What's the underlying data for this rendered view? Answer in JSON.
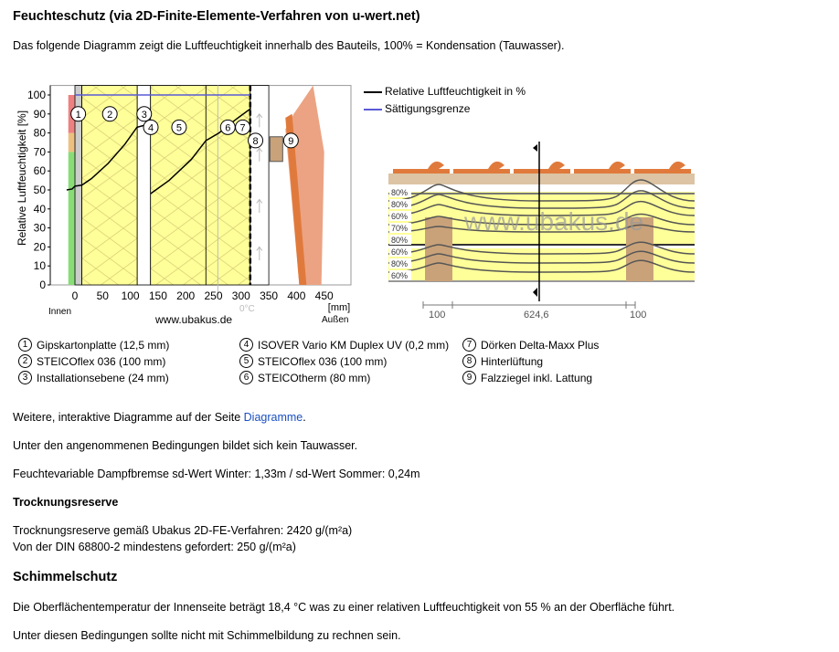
{
  "title": "Feuchteschutz (via 2D-Finite-Elemente-Verfahren von u-wert.net)",
  "intro": "Das folgende Diagramm zeigt die Luftfeuchtigkeit innerhalb des Bauteils, 100% = Kondensation (Tauwasser).",
  "chart_data": {
    "type": "line",
    "ylabel": "Relative Luftfeuchtigkeit [%]",
    "xlabel": "[mm]",
    "xlim": [
      -45,
      490
    ],
    "ylim": [
      0,
      105
    ],
    "xticks": [
      0,
      50,
      100,
      150,
      200,
      250,
      300,
      350,
      400,
      450
    ],
    "yticks": [
      0,
      10,
      20,
      30,
      40,
      50,
      60,
      70,
      80,
      90,
      100
    ],
    "inside_label": "Innen",
    "outside_label": "Außen",
    "watermark": "www.ubakus.de",
    "zero_c_label": "0°C",
    "legend": [
      "Relative Luftfeuchtigkeit in %",
      "Sättigungsgrenze"
    ],
    "series": [
      {
        "name": "Relative Luftfeuchtigkeit in %",
        "color": "#000000",
        "segments": [
          [
            [
              -15,
              50
            ],
            [
              -5,
              50.5
            ],
            [
              0,
              52
            ],
            [
              12.5,
              52.5
            ],
            [
              30,
              56
            ],
            [
              60,
              64
            ],
            [
              90,
              74
            ],
            [
              112,
              83
            ],
            [
              125,
              84
            ]
          ],
          [
            [
              136.5,
              48
            ],
            [
              170,
              55
            ],
            [
              210,
              66
            ],
            [
              236.5,
              76
            ],
            [
              260,
              80
            ],
            [
              290,
              87
            ],
            [
              318,
              93
            ]
          ]
        ]
      },
      {
        "name": "Sättigungsgrenze",
        "color": "#5a5ad6",
        "segments": [
          [
            [
              0,
              100
            ],
            [
              316.5,
              100
            ]
          ]
        ]
      }
    ],
    "layer_markers": [
      "1",
      "2",
      "3",
      "4",
      "5",
      "6",
      "7",
      "8",
      "9"
    ]
  },
  "section": {
    "dims": [
      "100",
      "624,6",
      "100"
    ],
    "iso_labels": [
      "80%",
      "80%",
      "60%",
      "70%",
      "80%",
      "60%",
      "80%",
      "60%"
    ],
    "watermark": "www.ubakus.de"
  },
  "legend": [
    {
      "n": "1",
      "t": "Gipskartonplatte (12,5 mm)"
    },
    {
      "n": "2",
      "t": "STEICOflex 036 (100 mm)"
    },
    {
      "n": "3",
      "t": "Installationsebene (24 mm)"
    },
    {
      "n": "4",
      "t": "ISOVER Vario KM Duplex UV (0,2 mm)"
    },
    {
      "n": "5",
      "t": "STEICOflex 036 (100 mm)"
    },
    {
      "n": "6",
      "t": "STEICOtherm (80 mm)"
    },
    {
      "n": "7",
      "t": "Dörken Delta-Maxx Plus"
    },
    {
      "n": "8",
      "t": "Hinterlüftung"
    },
    {
      "n": "9",
      "t": "Falzziegel inkl. Lattung"
    }
  ],
  "more_pre": "Weitere, interaktive Diagramme auf der Seite ",
  "more_link": "Diagramme",
  "more_post": ".",
  "no_condensation": "Unter den angenommenen Bedingungen bildet sich kein Tauwasser.",
  "vapour": "Feuchtevariable Dampfbremse sd-Wert Winter: 1,33m / sd-Wert Sommer: 0,24m",
  "drying_title": "Trocknungsreserve",
  "drying1": "Trocknungsreserve gemäß Ubakus 2D-FE-Verfahren: 2420 g/(m²a)",
  "drying2": "Von der DIN 68800-2 mindestens gefordert: 250 g/(m²a)",
  "mold_title": "Schimmelschutz",
  "mold1": "Die Oberflächentemperatur der Innenseite beträgt 18,4 °C was zu einer relativen Luftfeuchtigkeit von 55 % an der Oberfläche führt.",
  "mold2": "Unter diesen Bedingungen sollte nicht mit Schimmelbildung zu rechnen sein."
}
